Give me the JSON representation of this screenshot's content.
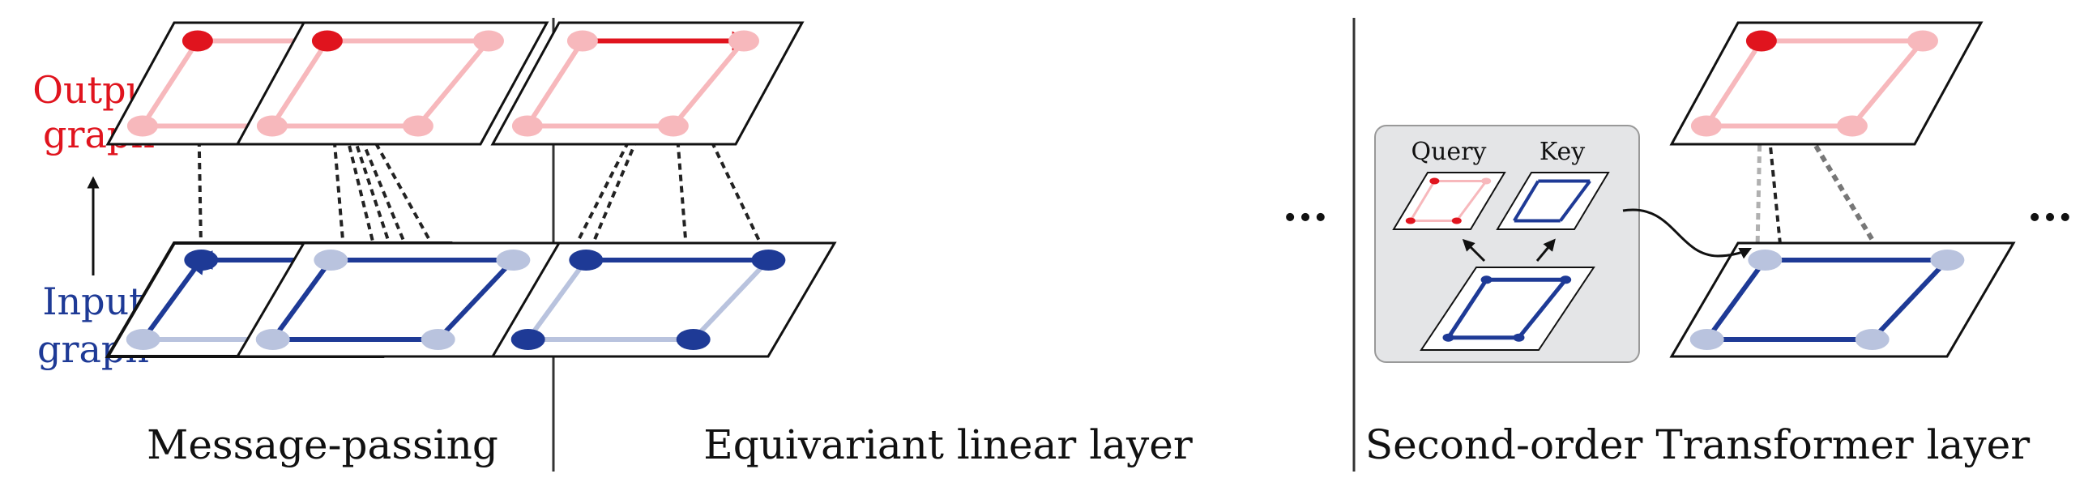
{
  "labels": {
    "output_line1": "Output",
    "output_line2": "graph",
    "input_line1": "Input",
    "input_line2": "graph",
    "query": "Query",
    "key": "Key",
    "ellipsis": "..."
  },
  "captions": {
    "message_passing": "Message-passing",
    "equivariant": "Equivariant linear layer",
    "transformer": "Second-order Transformer layer"
  },
  "colors": {
    "output_strong": "#e0141e",
    "output_light": "#f7b8bc",
    "input_strong": "#1e3a96",
    "input_light": "#b9c3de",
    "arrow_gray": "#666666",
    "panel_bg": "#e4e5e7"
  }
}
